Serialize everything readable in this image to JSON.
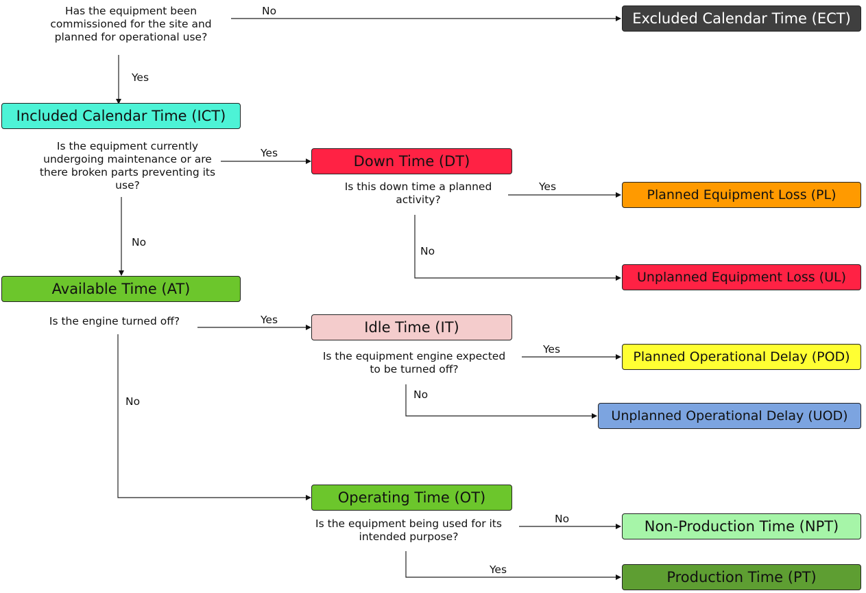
{
  "boxes": {
    "ect": {
      "label": "Excluded Calendar Time (ECT)",
      "color": "#3f3f3f",
      "text_color": "#ffffff"
    },
    "ict": {
      "label": "Included Calendar Time (ICT)",
      "color": "#4df3d6",
      "text_color": "#111111"
    },
    "dt": {
      "label": "Down Time (DT)",
      "color": "#ff2244",
      "text_color": "#111111"
    },
    "pl": {
      "label": "Planned Equipment Loss (PL)",
      "color": "#ff9a00",
      "text_color": "#111111"
    },
    "ul": {
      "label": "Unplanned Equipment Loss (UL)",
      "color": "#ff2244",
      "text_color": "#111111"
    },
    "at": {
      "label": "Available Time (AT)",
      "color": "#6cc62c",
      "text_color": "#111111"
    },
    "it": {
      "label": "Idle Time (IT)",
      "color": "#f4cccc",
      "text_color": "#111111"
    },
    "pod": {
      "label": "Planned Operational Delay (POD)",
      "color": "#ffff33",
      "text_color": "#111111"
    },
    "uod": {
      "label": "Unplanned Operational Delay (UOD)",
      "color": "#7ca4e0",
      "text_color": "#111111"
    },
    "ot": {
      "label": "Operating Time (OT)",
      "color": "#6cc62c",
      "text_color": "#111111"
    },
    "npt": {
      "label": "Non-Production Time (NPT)",
      "color": "#a6f5a8",
      "text_color": "#111111"
    },
    "pt": {
      "label": "Production Time (PT)",
      "color": "#5e9e32",
      "text_color": "#111111"
    }
  },
  "questions": {
    "q1": [
      "Has the equipment been",
      "commissioned for the site and",
      "planned for operational use?"
    ],
    "q2": [
      "Is the equipment currently",
      "undergoing maintenance or are",
      "there broken parts preventing its",
      "use?"
    ],
    "q3": [
      "Is this down time a planned",
      "activity?"
    ],
    "q4": [
      "Is the engine turned off?"
    ],
    "q5": [
      "Is the equipment engine expected",
      "to be turned off?"
    ],
    "q6": [
      "Is the equipment being used for its",
      "intended purpose?"
    ]
  },
  "edge_labels": {
    "q1_no": "No",
    "q1_yes": "Yes",
    "q2_yes": "Yes",
    "q2_no": "No",
    "q3_yes": "Yes",
    "q3_no": "No",
    "q4_yes": "Yes",
    "q4_no": "No",
    "q5_yes": "Yes",
    "q5_no": "No",
    "q6_no": "No",
    "q6_yes": "Yes"
  }
}
